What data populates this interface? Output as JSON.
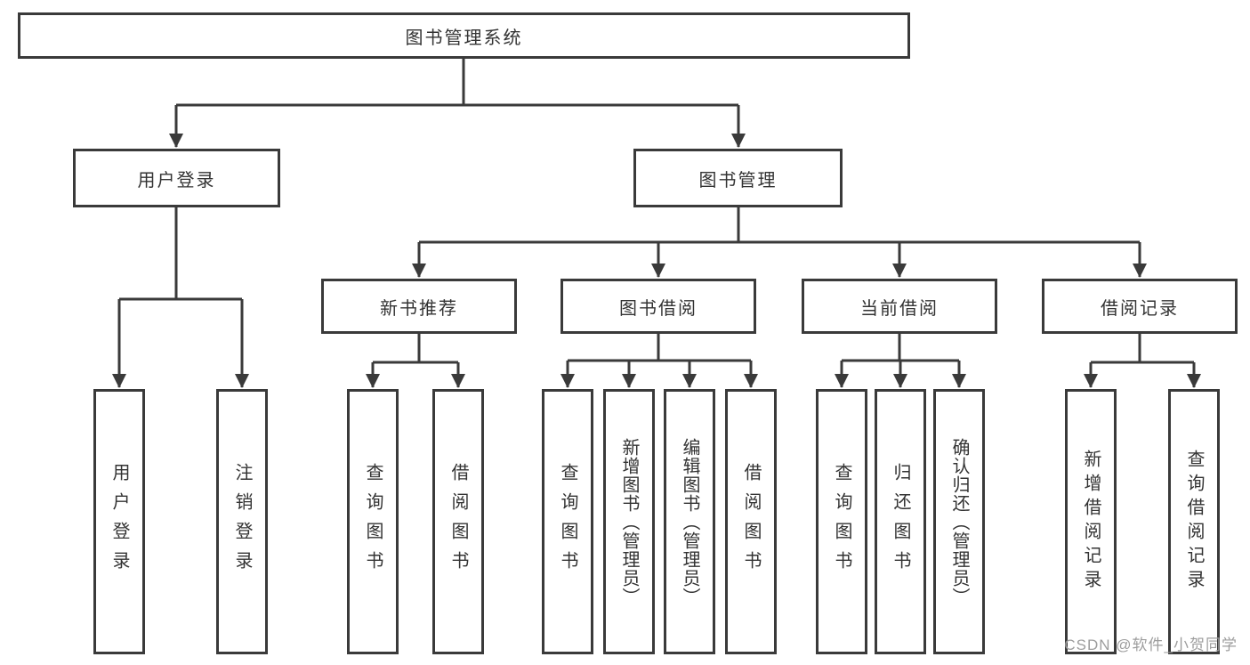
{
  "diagram": {
    "root": {
      "label": "图书管理系统"
    },
    "children": [
      {
        "label": "用户登录",
        "children": [
          {
            "label": "用户登录"
          },
          {
            "label": "注销登录"
          }
        ]
      },
      {
        "label": "图书管理",
        "children": [
          {
            "label": "新书推荐",
            "children": [
              {
                "label": "查询图书"
              },
              {
                "label": "借阅图书"
              }
            ]
          },
          {
            "label": "图书借阅",
            "children": [
              {
                "label": "查询图书"
              },
              {
                "label": "新增图书（管理员）"
              },
              {
                "label": "编辑图书（管理员）"
              },
              {
                "label": "借阅图书"
              }
            ]
          },
          {
            "label": "当前借阅",
            "children": [
              {
                "label": "查询图书"
              },
              {
                "label": "归还图书"
              },
              {
                "label": "确认归还（管理员）"
              }
            ]
          },
          {
            "label": "借阅记录",
            "children": [
              {
                "label": "新增借阅记录"
              },
              {
                "label": "查询借阅记录"
              }
            ]
          }
        ]
      }
    ]
  },
  "watermark": {
    "text": "CSDN @软件_小贺同学"
  },
  "colors": {
    "line": "#3a3a3a",
    "text": "#333333",
    "background": "#ffffff",
    "watermark": "#9d9d9d"
  }
}
